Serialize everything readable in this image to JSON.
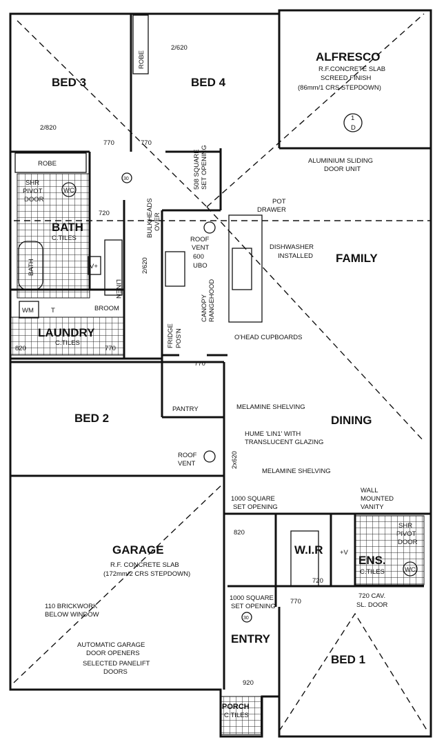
{
  "rooms": {
    "bed3": "BED 3",
    "bed4": "BED 4",
    "alfresco": {
      "name": "ALFRESCO",
      "notes": [
        "R.F.CONCRETE SLAB",
        "SCREED FINISH",
        "(86mm/1 CRS STEPDOWN)"
      ]
    },
    "bath": {
      "name": "BATH",
      "note": "C.TILES"
    },
    "laundry": {
      "name": "LAUNDRY",
      "note": "C.TILES"
    },
    "family": "FAMILY",
    "dining": "DINING",
    "bed2": "BED 2",
    "garage": {
      "name": "GARAGE",
      "notes": [
        "R.F. CONCRETE SLAB",
        "(172mm/2 CRS STEPDOWN)"
      ]
    },
    "wir": "W.I.R",
    "ens": {
      "name": "ENS.",
      "note": "C.TILES"
    },
    "entry": "ENTRY",
    "bed1": "BED 1",
    "porch": {
      "name": "PORCH",
      "note": "C.TILES"
    }
  },
  "fixtures": {
    "robe": "ROBE",
    "robe_top": "ROBE",
    "shr_door": [
      "SHR",
      "PIVOT",
      "DOOR"
    ],
    "wc": "WC",
    "tub": "BATH",
    "vanity": "V+",
    "linen": "LINEN",
    "wm": "WM",
    "trough": "T",
    "broom": "BROOM",
    "ens_vanity": "+V",
    "ens_wc": "WC",
    "ens_shr": [
      "SHR",
      "PIVOT",
      "DOOR"
    ],
    "pantry": "PANTRY",
    "fridge": [
      "FRIDGE",
      "POS'N"
    ],
    "section_marker": [
      "1",
      "D"
    ],
    "ceiling_mark": "30",
    "ceiling_mark2": "30"
  },
  "dimensions": {
    "bed3_door": "2/820",
    "bed4_door": "2/620",
    "door_770_a": "770",
    "door_770_b": "770",
    "bath_door": "720",
    "linen_door": "2/620",
    "laundry_820": "820",
    "laundry_770": "770",
    "pantry_770": "770",
    "bed2_door": "2x620",
    "garage_820": "820",
    "wir_720": "720",
    "entry_770": "770",
    "porch_920": "920"
  },
  "annotations": {
    "set_opening_508": [
      "508 SQUARE",
      "SET OPENING"
    ],
    "bulkheads": [
      "BULKHEADS",
      "OVER"
    ],
    "sliding_door": [
      "ALUMINIUM SLIDING",
      "DOOR UNIT"
    ],
    "pot_drawer": [
      "POT",
      "DRAWER"
    ],
    "roof_vent_kitchen": [
      "ROOF",
      "VENT",
      "600",
      "UBO"
    ],
    "dishwasher": [
      "DISHWASHER",
      "INSTALLED"
    ],
    "rangehood": [
      "CANOPY",
      "RANGEHOOD"
    ],
    "ohead": "O'HEAD CUPBOARDS",
    "melamine_pantry": "MELAMINE SHELVING",
    "hume": [
      "HUME 'LIN1' WITH",
      "TRANSLUCENT GLAZING"
    ],
    "roof_vent_bed2": [
      "ROOF",
      "VENT"
    ],
    "melamine_wir": "MELAMINE SHELVING",
    "set_opening_1000a": [
      "1000 SQUARE",
      "SET OPENING"
    ],
    "wall_vanity": [
      "WALL",
      "MOUNTED",
      "VANITY"
    ],
    "cav_door": [
      "720 CAV.",
      "SL. DOOR"
    ],
    "set_opening_1000b": [
      "1000 SQUARE",
      "SET OPENING"
    ],
    "brickwork": [
      "110 BRICKWORK",
      "BELOW WINDOW"
    ],
    "garage_openers": [
      "AUTOMATIC GARAGE",
      "DOOR OPENERS"
    ],
    "panelift": [
      "SELECTED PANELIFT",
      "DOORS"
    ]
  }
}
